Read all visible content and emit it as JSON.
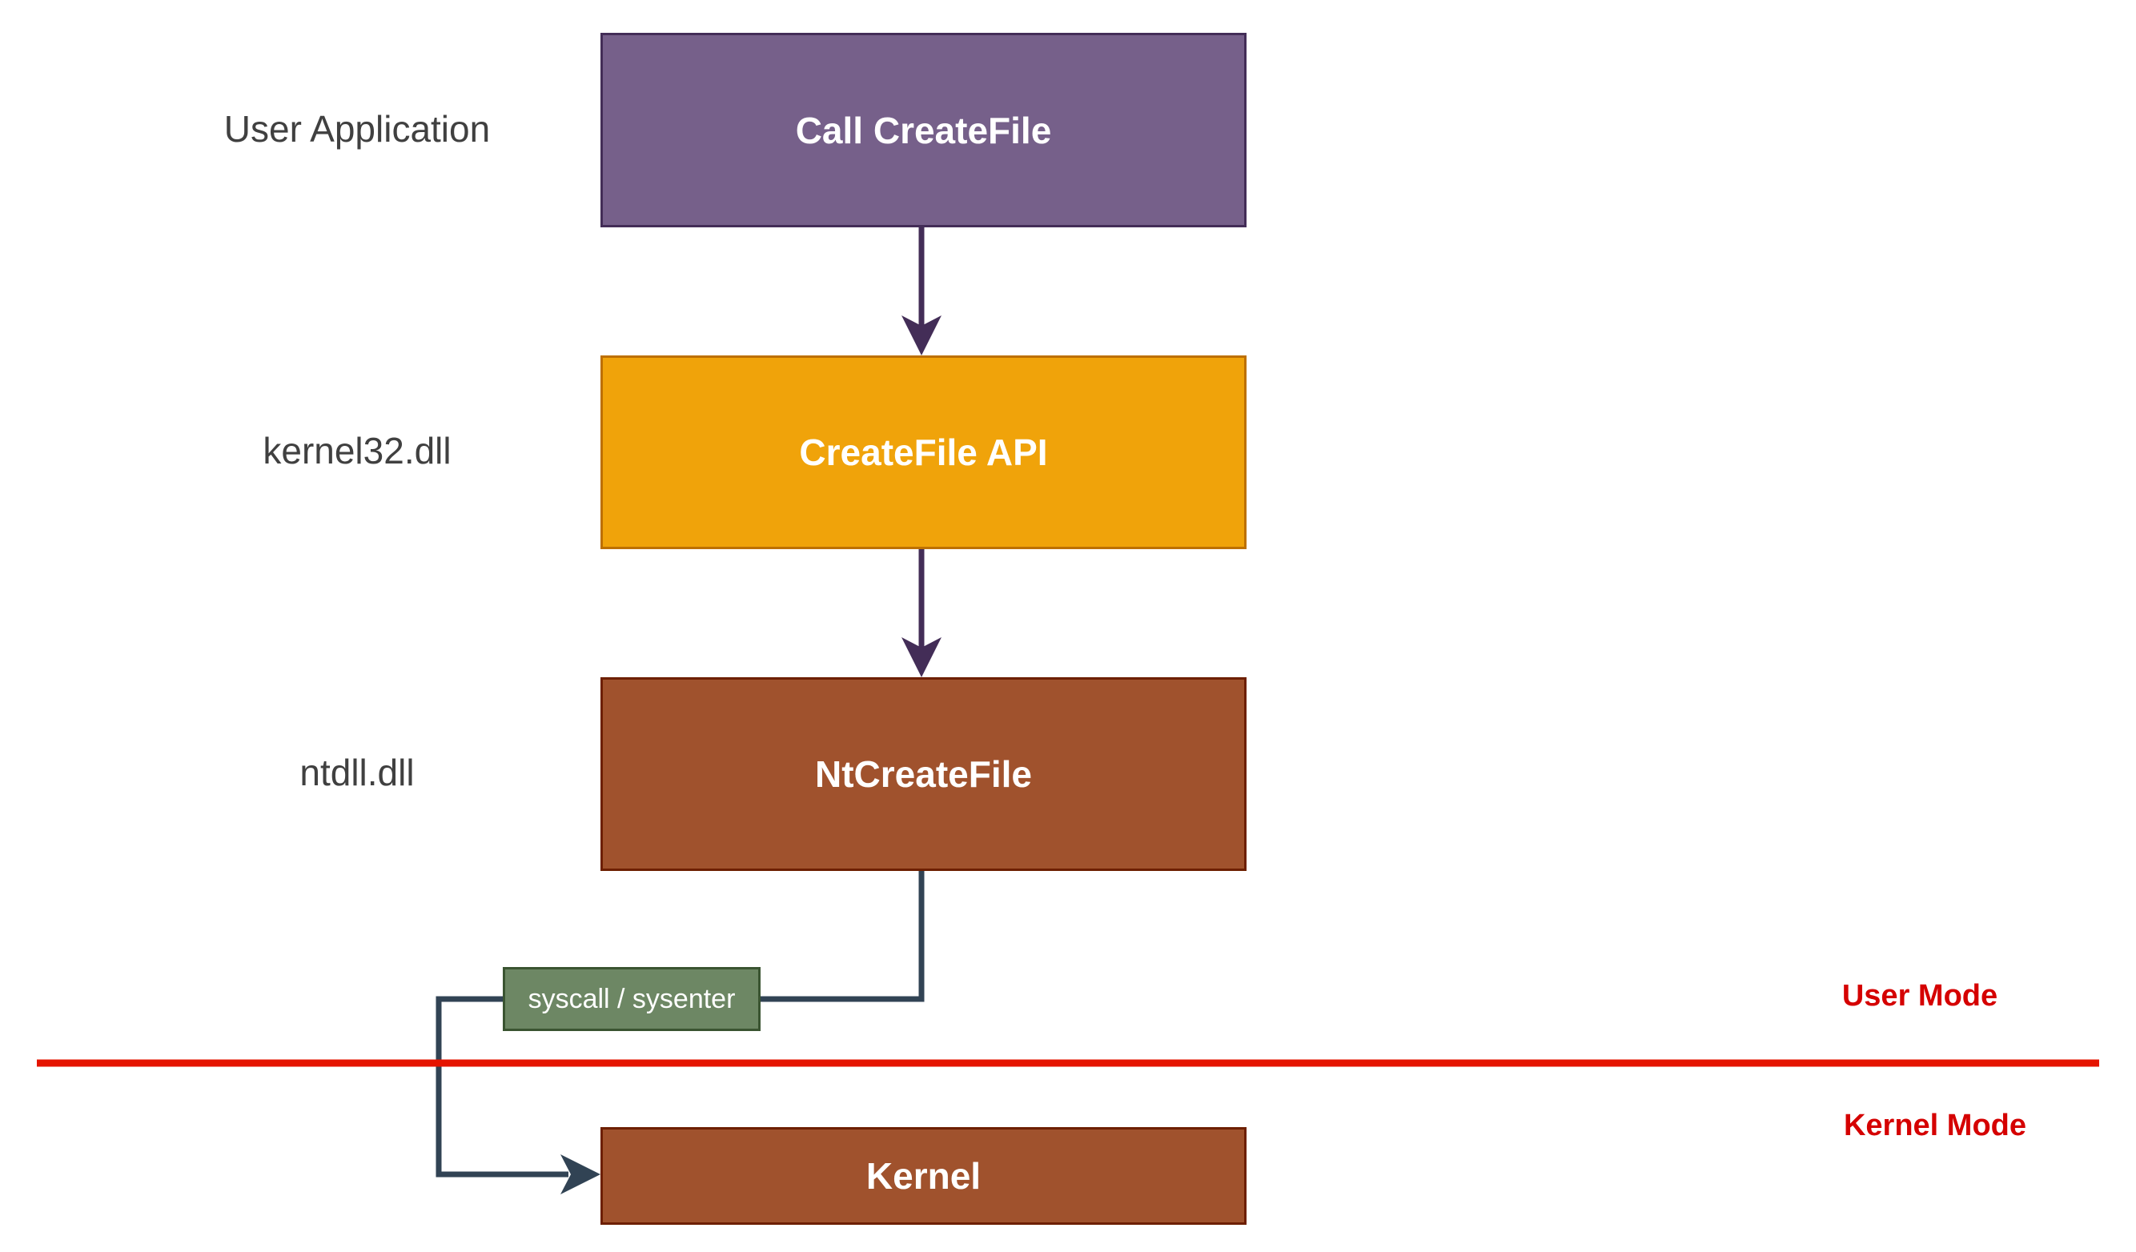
{
  "layers": {
    "user_application": "User Application",
    "kernel32": "kernel32.dll",
    "ntdll": "ntdll.dll"
  },
  "nodes": {
    "call_createfile": "Call CreateFile",
    "createfile_api": "CreateFile API",
    "ntcreatefile": "NtCreateFile",
    "syscall": "syscall / sysenter",
    "kernel": "Kernel"
  },
  "modes": {
    "user": "User Mode",
    "kernel": "Kernel Mode"
  },
  "colors": {
    "purple_fill": "#76608a",
    "purple_stroke": "#432d57",
    "orange_fill": "#f0a30a",
    "orange_stroke": "#bd7000",
    "brown_fill": "#a0522d",
    "brown_stroke": "#6d1f00",
    "green_fill": "#6d8764",
    "green_stroke": "#3a5431",
    "arrow_dark_purple": "#432d57",
    "arrow_slate": "#314354",
    "divider_red": "#e51400",
    "mode_text_red": "#d50000"
  }
}
